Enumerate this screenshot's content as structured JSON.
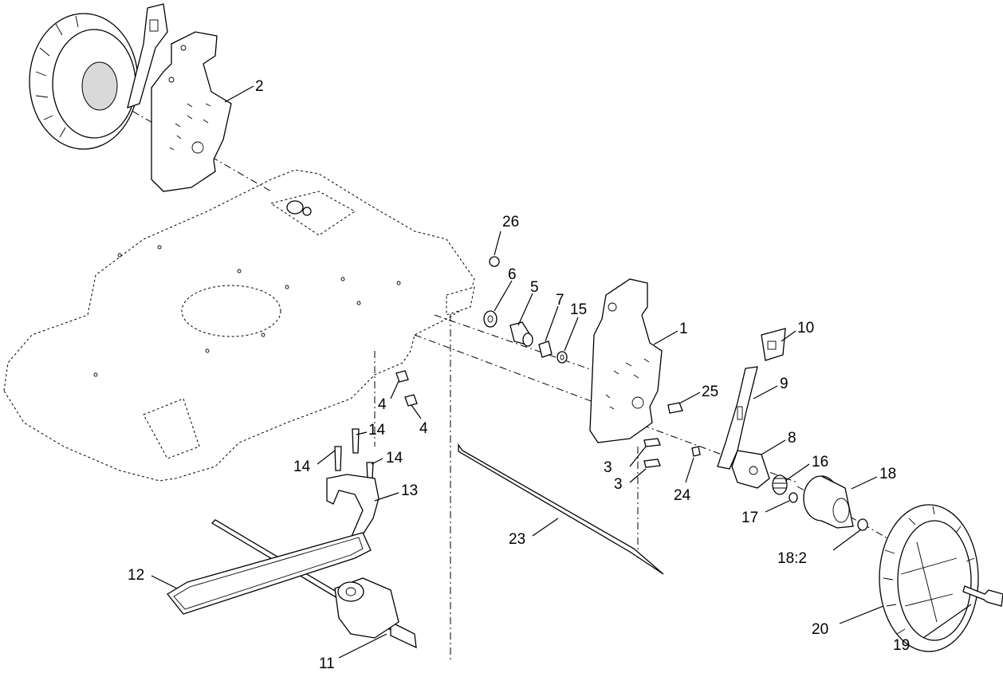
{
  "callouts": {
    "c1": "1",
    "c2": "2",
    "c3a": "3",
    "c3b": "3",
    "c4a": "4",
    "c4b": "4",
    "c5": "5",
    "c6": "6",
    "c7": "7",
    "c8": "8",
    "c9": "9",
    "c10": "10",
    "c11": "11",
    "c12": "12",
    "c13": "13",
    "c14a": "14",
    "c14b": "14",
    "c14c": "14",
    "c15": "15",
    "c16": "16",
    "c17": "17",
    "c18": "18",
    "c18b": "18:2",
    "c19": "19",
    "c20": "20",
    "c23": "23",
    "c24": "24",
    "c25": "25",
    "c26": "26"
  }
}
